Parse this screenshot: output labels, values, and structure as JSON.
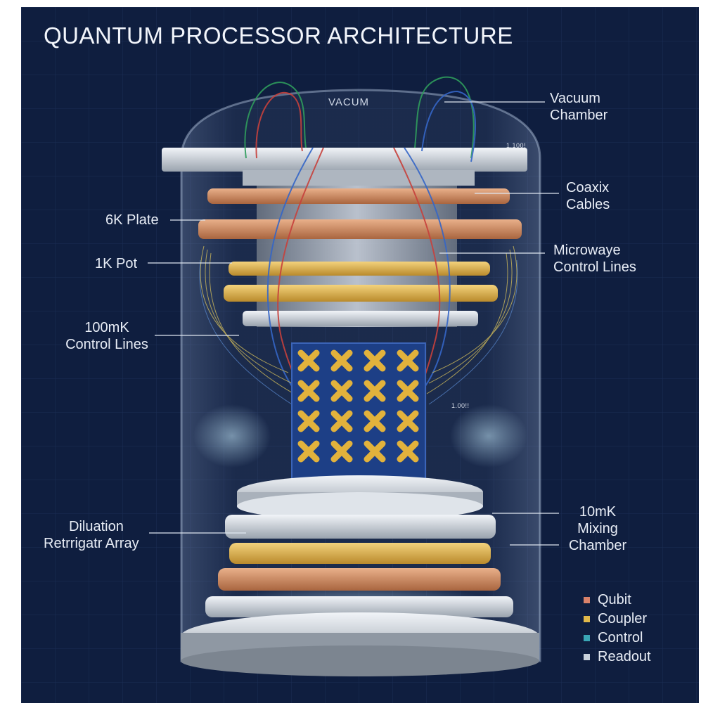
{
  "title": "QUANTUM PROCESSOR ARCHITECTURE",
  "vacuum_tag": "VACUM",
  "tiny_labels": {
    "top_plate": "1.100!",
    "chip_side": "1.00!!"
  },
  "labels": {
    "vacuum_chamber": [
      "Vacuum",
      "Chamber"
    ],
    "coax_cables": [
      "Coaxix",
      "Cables"
    ],
    "six_k_plate": [
      "6K Plate"
    ],
    "microwave_lines": [
      "Microwaye",
      "Control Lines"
    ],
    "one_k_pot": [
      "1K Pot"
    ],
    "hundred_mk_lines": [
      "100mK",
      "Control Lines"
    ],
    "mixing_chamber": [
      "10mK",
      "Mixing",
      "Chamber"
    ],
    "dilution_array": [
      "Diluation",
      "Retrrigatr Array"
    ]
  },
  "legend": [
    {
      "label": "Qubit",
      "color": "#d9826a"
    },
    {
      "label": "Coupler",
      "color": "#e0b84a"
    },
    {
      "label": "Control",
      "color": "#3aa6b5"
    },
    {
      "label": "Readout",
      "color": "#c9d2dc"
    }
  ],
  "colors": {
    "background": "#0f1e3f",
    "copper": "#c98860",
    "gold": "#d9ad4a",
    "silver": "#c8ced6",
    "chip": "#1d3f86",
    "qubit_cross": "#e2b23c"
  }
}
